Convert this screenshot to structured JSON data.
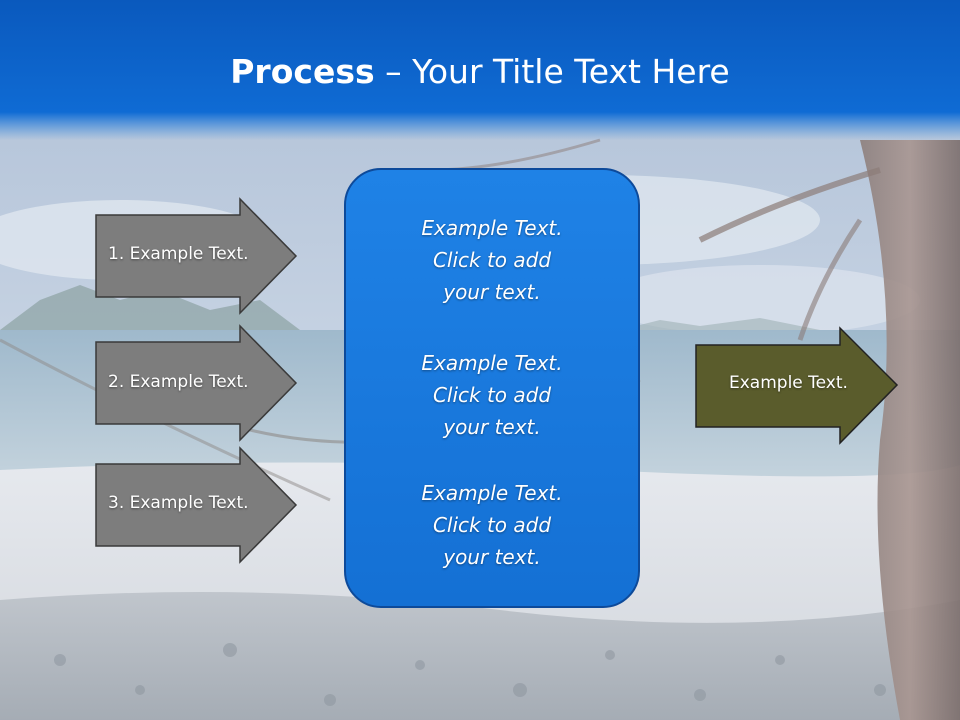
{
  "title": {
    "bold": "Process",
    "rest": " – Your Title Text Here"
  },
  "left_arrows": [
    {
      "label": "1. Example Text."
    },
    {
      "label": "2. Example Text."
    },
    {
      "label": "3. Example Text."
    }
  ],
  "center_box": {
    "blocks": [
      {
        "lines": [
          "Example Text.",
          "Click  to add",
          "your text."
        ]
      },
      {
        "lines": [
          "Example Text.",
          "Click  to add",
          "your text."
        ]
      },
      {
        "lines": [
          "Example Text.",
          "Click  to add",
          "your text."
        ]
      }
    ]
  },
  "right_arrow": {
    "label": "Example Text."
  },
  "colors": {
    "title_bar": "#0b5fc4",
    "center_box_fill": "#1a7ce0",
    "center_box_border": "#0d4a9a",
    "left_arrow_fill": "#7d7d7d",
    "left_arrow_border": "#3a3a3a",
    "right_arrow_fill": "#5a5c2c",
    "right_arrow_border": "#222222"
  }
}
